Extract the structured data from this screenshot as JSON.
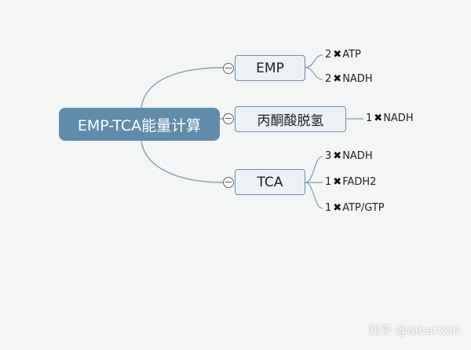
{
  "root": {
    "label": "EMP-TCA能量计算"
  },
  "branches": [
    {
      "label": "EMP",
      "leaves": [
        {
          "count": "2",
          "product": "ATP"
        },
        {
          "count": "2",
          "product": "NADH"
        }
      ]
    },
    {
      "label": "丙酮酸脱氢",
      "leaves": [
        {
          "count": "1",
          "product": "NADH"
        }
      ]
    },
    {
      "label": "TCA",
      "leaves": [
        {
          "count": "3",
          "product": "NADH"
        },
        {
          "count": "1",
          "product": "FADH2"
        },
        {
          "count": "1",
          "product": "ATP/GTP"
        }
      ]
    }
  ],
  "multiply_symbol": "✖",
  "watermark": "知乎 @albertxin",
  "colors": {
    "root_fill": "#5f8dab",
    "branch_fill": "#ecf2f6",
    "branch_border": "#6d8ea8",
    "connector": "#7f9fb6",
    "background": "#f4f5f5"
  }
}
